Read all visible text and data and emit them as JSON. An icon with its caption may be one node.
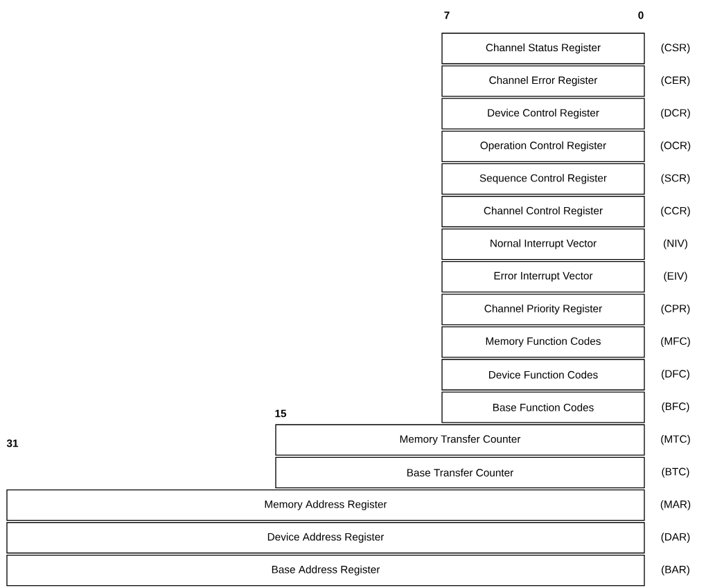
{
  "diagram": {
    "nodes": [
      {
        "text": [
          "Channel Status Register"
        ],
        "beside": [
          "(CSR)"
        ]
      },
      {
        "text": [
          "Channel Error Register"
        ],
        "beside": [
          "(CER)"
        ]
      },
      {
        "text": [
          "Device Control Register"
        ],
        "beside": [
          "(DCR)"
        ]
      },
      {
        "text": [
          "Operation Control Register"
        ],
        "beside": [
          "(OCR)"
        ]
      },
      {
        "text": [
          "Sequence Control Register"
        ],
        "beside": [
          "(SCR)"
        ]
      },
      {
        "text": [
          "Channel Control Register"
        ],
        "beside": [
          "(CCR)"
        ]
      },
      {
        "text": [
          "Nornal Interrupt Vector"
        ],
        "beside": [
          "(NIV)"
        ]
      },
      {
        "text": [
          "Error Interrupt Vector"
        ],
        "beside": [
          "(EIV)"
        ]
      },
      {
        "text": [
          "Channel Priority Register"
        ],
        "beside": [
          "(CPR)"
        ]
      },
      {
        "text": [
          "Memory Function Codes"
        ],
        "beside": [
          "(MFC)"
        ]
      },
      {
        "text": [
          "Device Function Codes"
        ],
        "beside": [
          "(DFC)"
        ]
      },
      {
        "text": [
          "Base Function Codes"
        ],
        "beside": [
          "(BFC)"
        ]
      },
      {
        "text": [
          "Memory Transfer Counter"
        ],
        "beside": [
          "(MTC)"
        ]
      },
      {
        "text": [
          "Base Transfer Counter"
        ],
        "beside": [
          "(BTC)"
        ]
      },
      {
        "text": [
          "Memory Address Register"
        ],
        "beside": [
          "(MAR)"
        ]
      },
      {
        "text": [
          "Device Address Register"
        ],
        "beside": [
          "(DAR)"
        ]
      },
      {
        "text": [
          "Base Address Register"
        ],
        "beside": [
          "(BAR)"
        ]
      }
    ],
    "labels": [
      "7",
      "0",
      "15",
      "31"
    ]
  }
}
